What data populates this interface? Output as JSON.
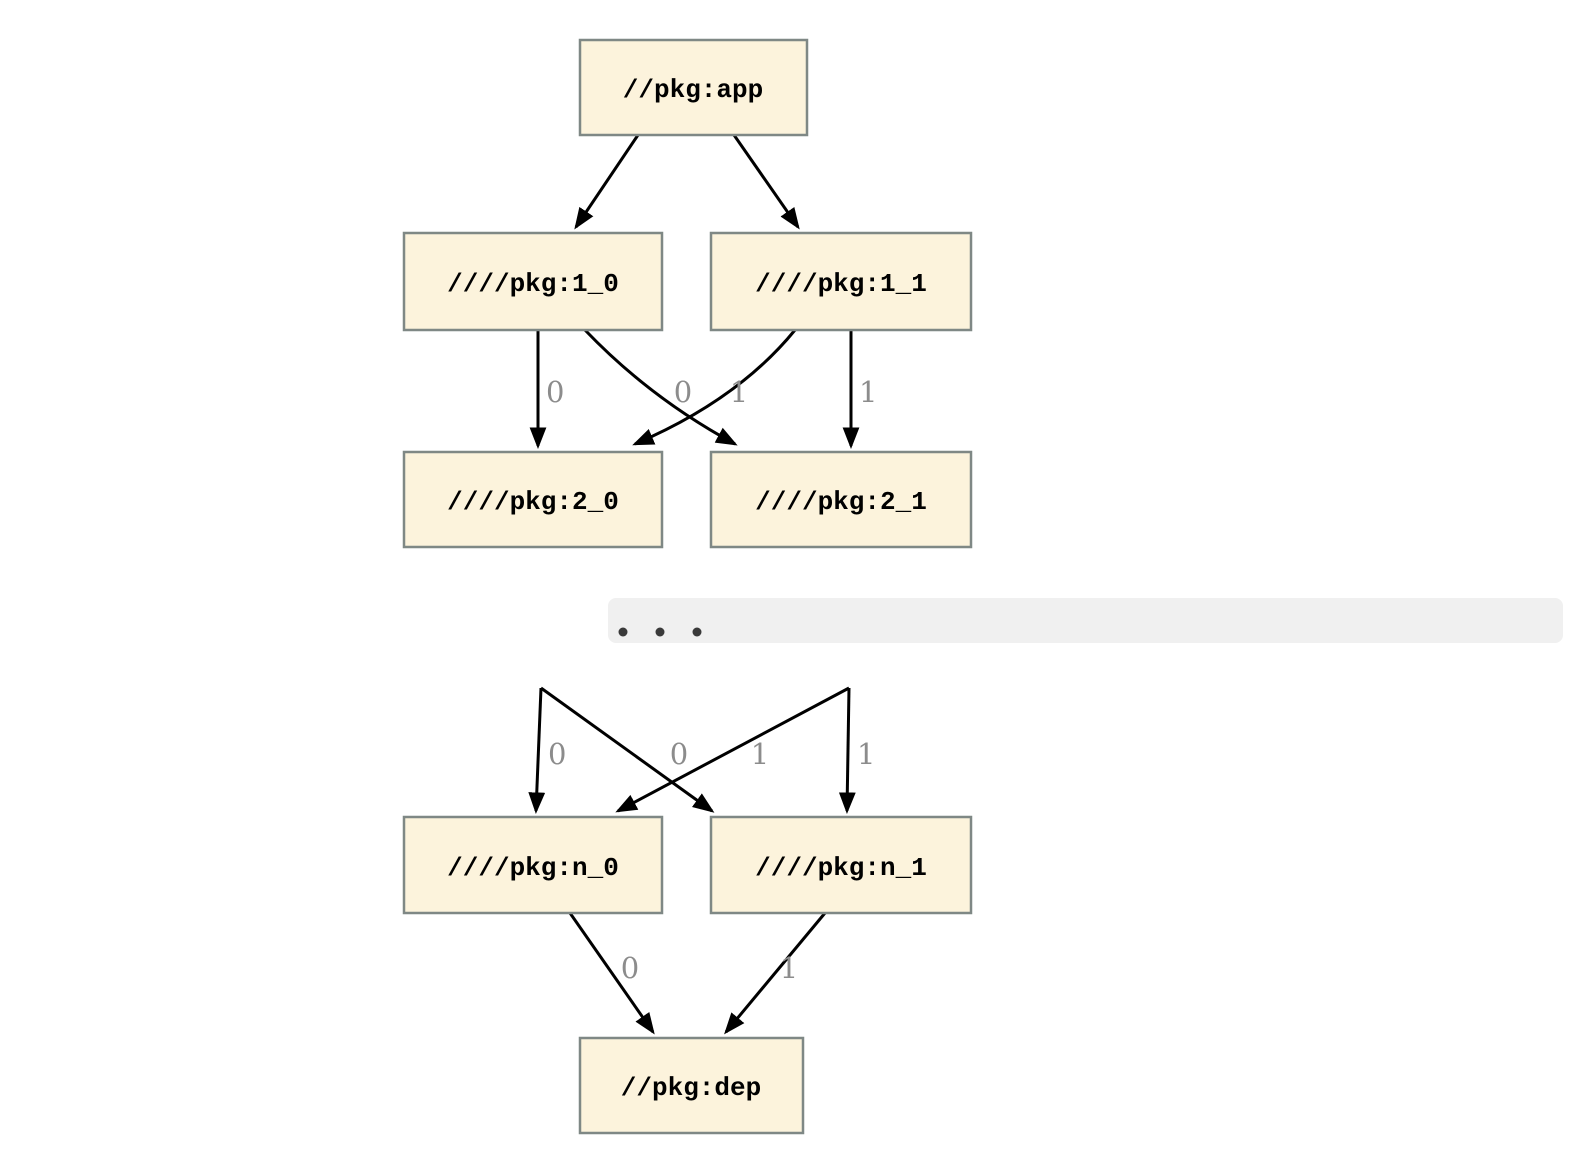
{
  "diagram": {
    "kind": "package-dependency-graph",
    "nodes": {
      "app": {
        "label": "//pkg:app"
      },
      "pkg1_0": {
        "label": "////pkg:1_0"
      },
      "pkg1_1": {
        "label": "////pkg:1_1"
      },
      "pkg2_0": {
        "label": "////pkg:2_0"
      },
      "pkg2_1": {
        "label": "////pkg:2_1"
      },
      "pkgn_0": {
        "label": "////pkg:n_0"
      },
      "pkgn_1": {
        "label": "////pkg:n_1"
      },
      "dep": {
        "label": "//pkg:dep"
      }
    },
    "ellipsis": ". . .",
    "edges": {
      "app_to_pkg1_0": {
        "label": ""
      },
      "app_to_pkg1_1": {
        "label": ""
      },
      "pkg1_0_to_pkg2_0": {
        "label": "0"
      },
      "pkg1_0_to_pkg2_1": {
        "label": "0"
      },
      "pkg1_1_to_pkg2_0": {
        "label": "1"
      },
      "pkg1_1_to_pkg2_1": {
        "label": "1"
      },
      "hidden0_to_pkgn_0": {
        "label": "0"
      },
      "hidden0_to_pkgn_1": {
        "label": "0"
      },
      "hidden1_to_pkgn_0": {
        "label": "1"
      },
      "hidden1_to_pkgn_1": {
        "label": "1"
      },
      "pkgn_0_to_dep": {
        "label": "0"
      },
      "pkgn_1_to_dep": {
        "label": "1"
      }
    },
    "colors": {
      "node_fill": "#fcf3dc",
      "node_border": "#7f8885",
      "edge": "#000000",
      "edge_label": "#8c8c8c",
      "ellipsis_band": "#f0f0f0",
      "ellipsis_dots": "#3a3a3a",
      "background": "#ffffff"
    }
  }
}
